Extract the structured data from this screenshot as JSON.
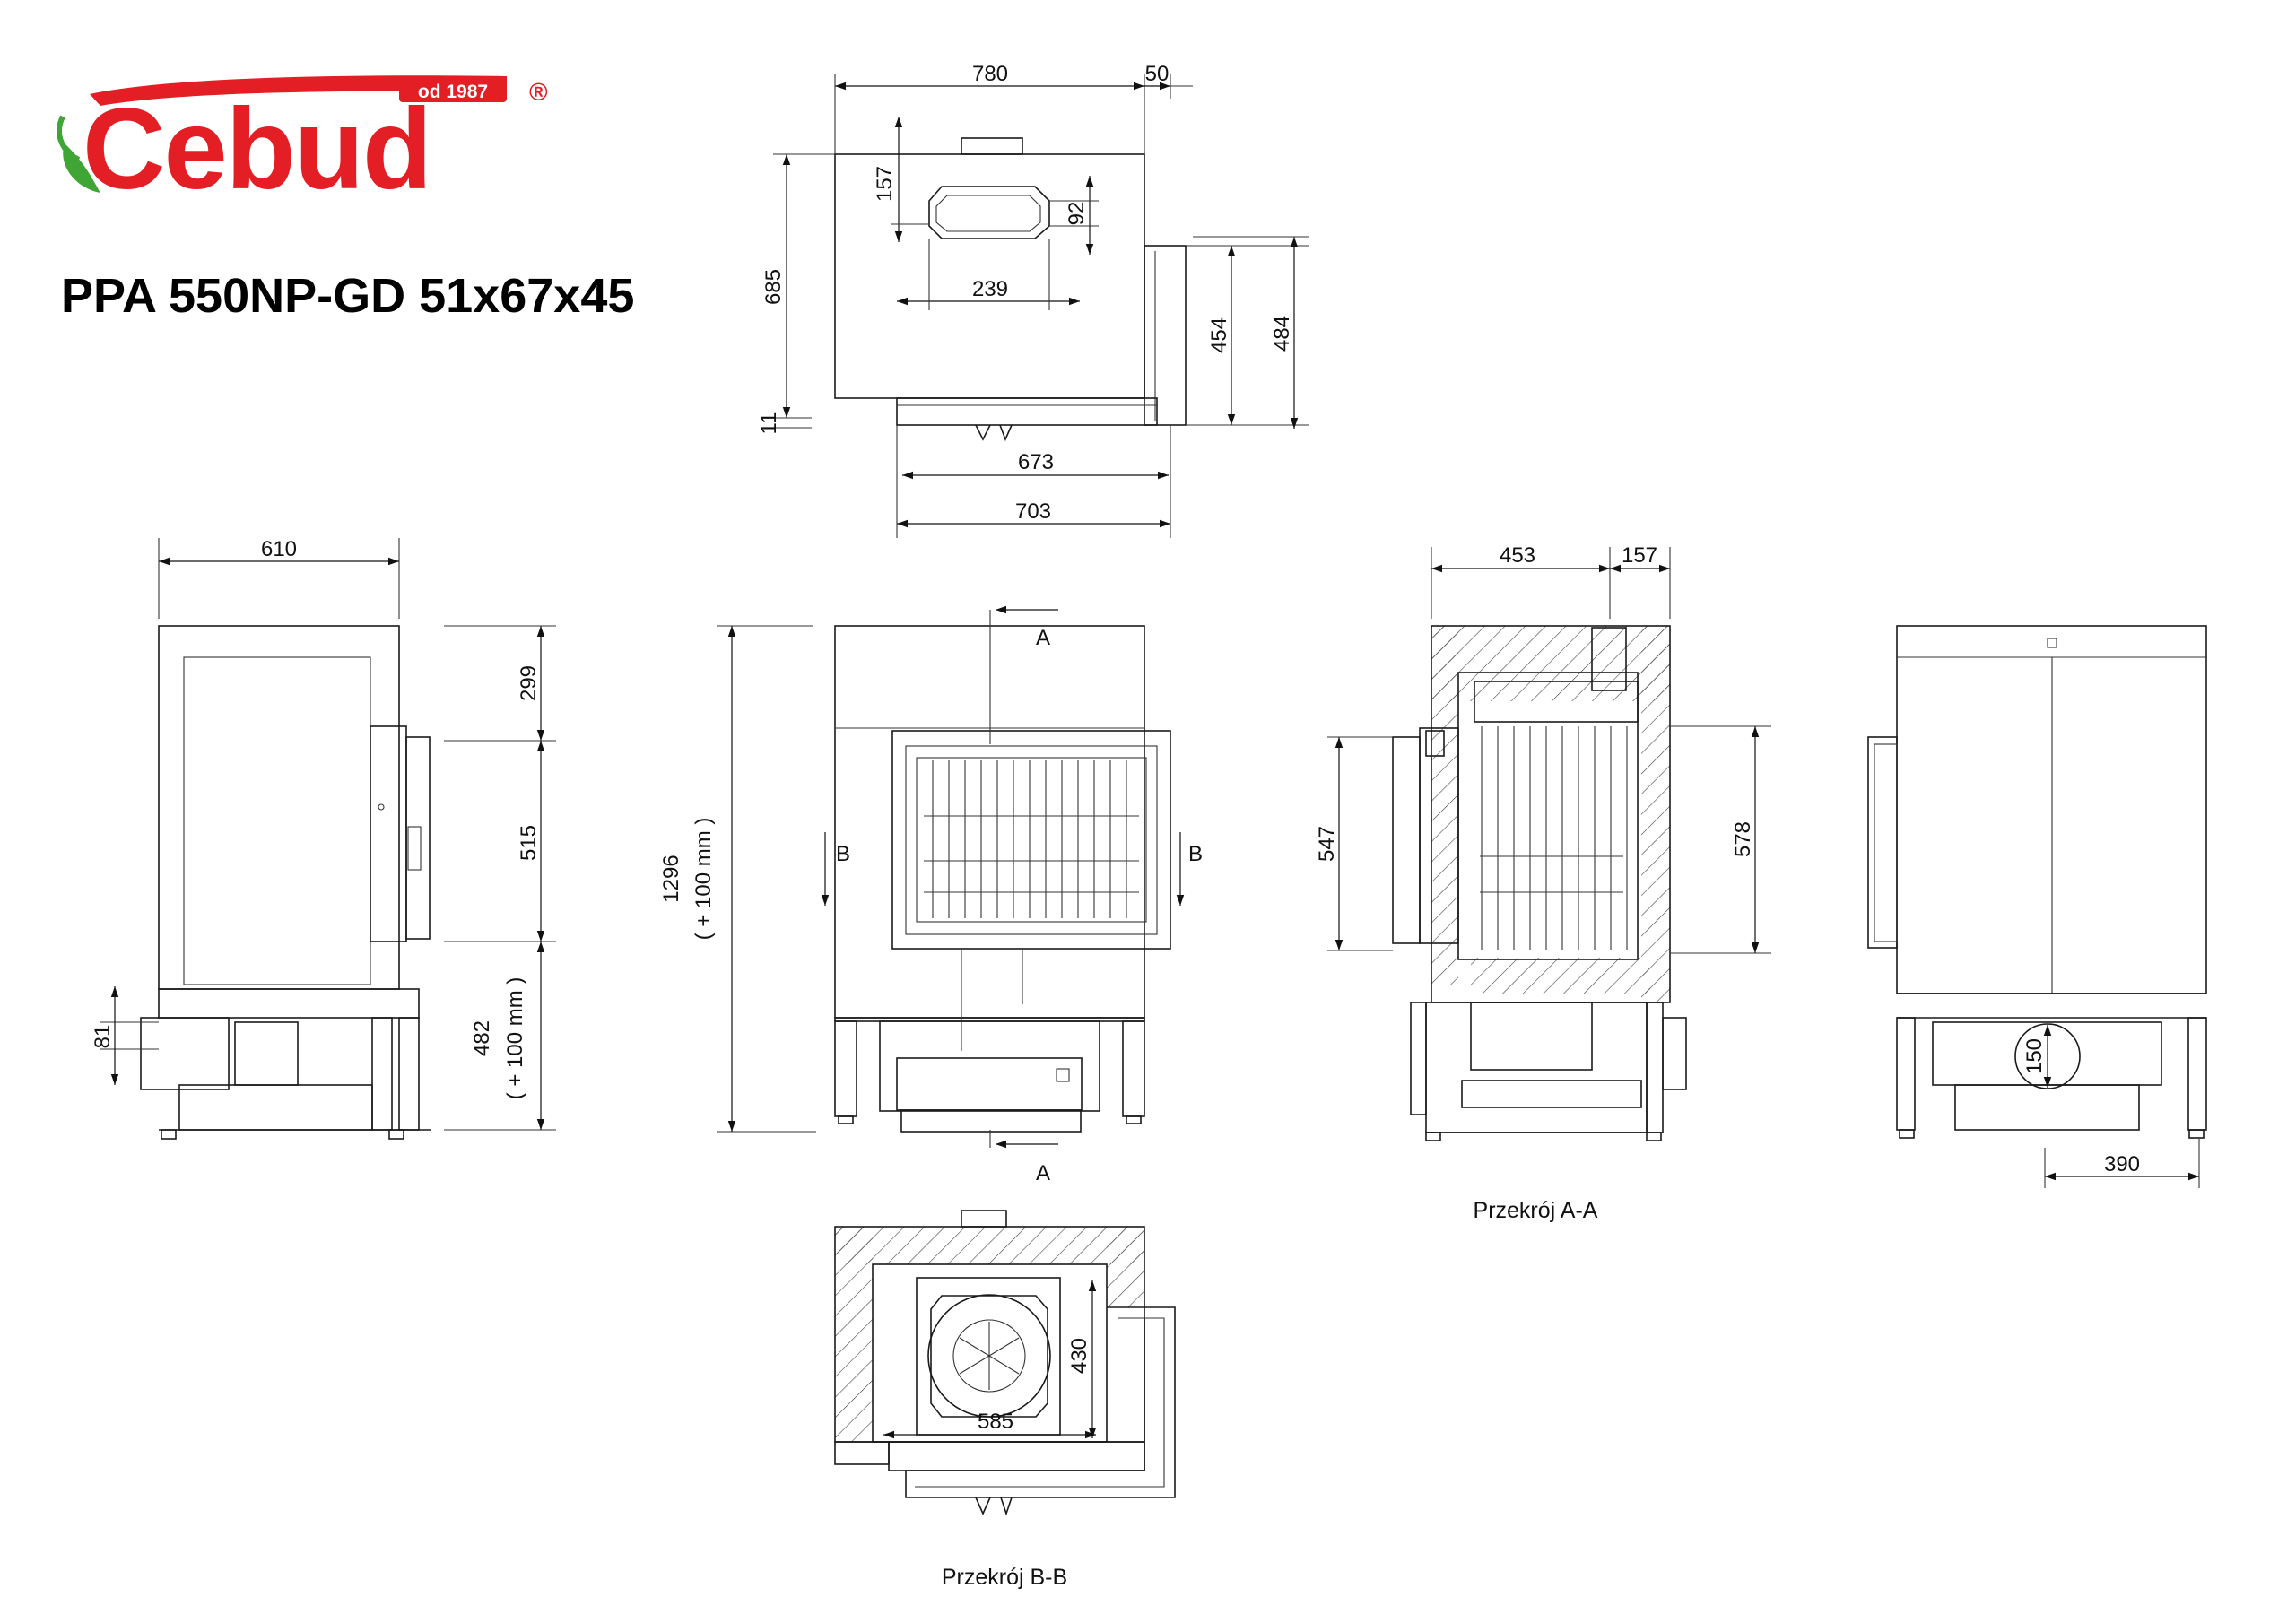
{
  "brand": {
    "name": "Cebud",
    "since": "od 1987",
    "registered": "®",
    "red": "#e31e24",
    "green": "#3fa535"
  },
  "title": "PPA 550NP-GD 51x67x45",
  "captions": {
    "section_aa": "Przekrój A-A",
    "section_bb": "Przekrój B-B"
  },
  "markers": {
    "a": "A",
    "b": "B"
  },
  "dimensions": {
    "top_width": "780",
    "top_offset": "50",
    "top_depth": "685",
    "outlet_depth": "157",
    "outlet_height": "92",
    "outlet_width": "239",
    "side_454": "454",
    "side_484": "484",
    "bottom_11": "11",
    "width_673": "673",
    "width_703": "703",
    "side_width": "610",
    "h_299": "299",
    "h_515": "515",
    "h_482": "482",
    "h_482_note": "( + 100 mm )",
    "h_81": "81",
    "total_height": "1296",
    "total_height_note": "( + 100 mm )",
    "sec_453": "453",
    "sec_157": "157",
    "sec_547": "547",
    "sec_578": "578",
    "rear_150": "150",
    "rear_390": "390",
    "bb_585": "585",
    "bb_430": "430"
  }
}
